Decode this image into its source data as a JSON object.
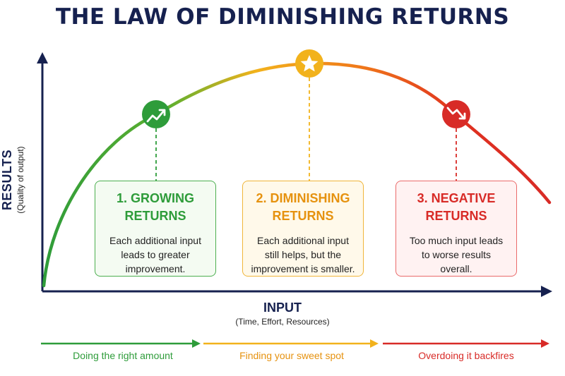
{
  "title": "THE LAW OF DIMINISHING RETURNS",
  "y_axis": {
    "label": "RESULTS",
    "sublabel": "(Quality of output)"
  },
  "x_axis": {
    "label": "INPUT",
    "sublabel": "(Time, Effort, Resources)"
  },
  "stages": [
    {
      "heading_line1": "1. GROWING",
      "heading_line2": "RETURNS",
      "body_line1": "Each additional input",
      "body_line2": "leads to greater",
      "body_line3": "improvement.",
      "icon": "trend-up-icon",
      "color": "#2e9c3a"
    },
    {
      "heading_line1": "2. DIMINISHING",
      "heading_line2": "RETURNS",
      "body_line1": "Each additional input",
      "body_line2": "still helps, but the",
      "body_line3": "improvement is smaller.",
      "icon": "star-icon",
      "color": "#f2b21c"
    },
    {
      "heading_line1": "3. NEGATIVE",
      "heading_line2": "RETURNS",
      "body_line1": "Too much input leads",
      "body_line2": "to worse results",
      "body_line3": "overall.",
      "icon": "trend-down-icon",
      "color": "#d82b27"
    }
  ],
  "footer": [
    {
      "label": "Doing the right amount",
      "color": "#2e9c3a"
    },
    {
      "label": "Finding your sweet spot",
      "color": "#f2b21c"
    },
    {
      "label": "Overdoing it backfires",
      "color": "#d82b27"
    }
  ],
  "colors": {
    "axis": "#16214f",
    "green": "#2e9c3a",
    "yellow": "#f2b21c",
    "orange": "#f07a1a",
    "red": "#d82b27"
  }
}
